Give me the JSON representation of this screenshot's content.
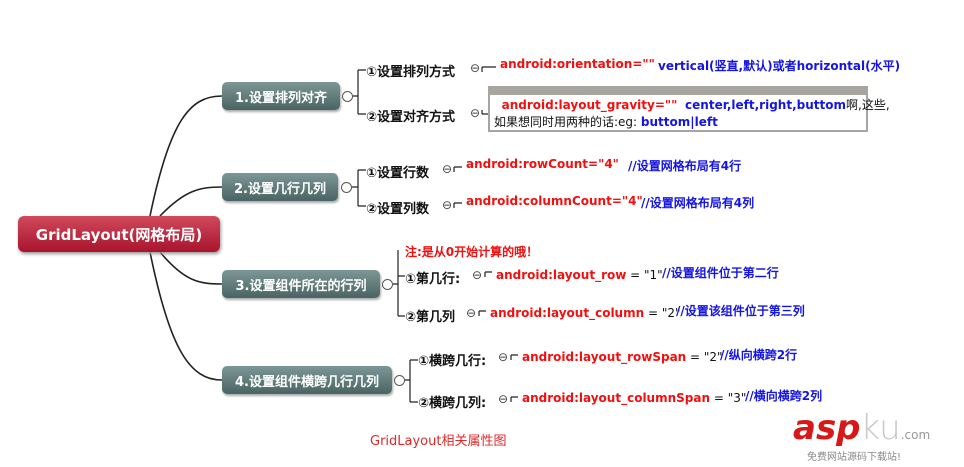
{
  "root": "GridLayout(网格布局)",
  "branches": [
    {
      "label": "1.设置排列对齐",
      "items": [
        {
          "label": "①设置排列方式",
          "attr": "android:orientation=\"\"",
          "desc": "vertical(竖直,默认)或者horizontal(水平)"
        },
        {
          "label": "②设置对齐方式",
          "attr": "android:layout_gravity=\"\"",
          "desc": "center,left,right,buttom",
          "desc_tail": "啊,这些,",
          "line2": "如果想同时用两种的话:eg: ",
          "line2_blue": "buttom|left"
        }
      ]
    },
    {
      "label": "2.设置几行几列",
      "items": [
        {
          "label": "①设置行数",
          "attr": "android:rowCount=\"4\"",
          "desc": "//设置网格布局有4行"
        },
        {
          "label": "②设置列数",
          "attr": "android:columnCount=\"4\"",
          "desc": "//设置网格布局有4列"
        }
      ]
    },
    {
      "label": "3.设置组件所在的行列",
      "note": "注:是从0开始计算的哦！",
      "items": [
        {
          "label": "①第几行:",
          "attr": "android:layout_row",
          "value": " = \"1\"",
          "desc": "//设置组件位于第二行"
        },
        {
          "label": "②第几列",
          "attr": "android:layout_column",
          "value": " = \"2\"",
          "desc": "//设置该组件位于第三列"
        }
      ]
    },
    {
      "label": "4.设置组件横跨几行几列",
      "items": [
        {
          "label": "①横跨几行:",
          "attr": "android:layout_rowSpan",
          "value": " = \"2\"",
          "desc": "//纵向横跨2行"
        },
        {
          "label": "②横跨几列:",
          "attr": "android:layout_columnSpan",
          "value": " = \"3\"",
          "desc": "//横向横跨2列"
        }
      ]
    }
  ],
  "collapse_glyph": "⊖",
  "caption": "GridLayout相关属性图",
  "watermark": {
    "brand": "asp",
    "brand2": "ku",
    ".com": ".com",
    "slogan": "免费网站源码下载站!"
  }
}
